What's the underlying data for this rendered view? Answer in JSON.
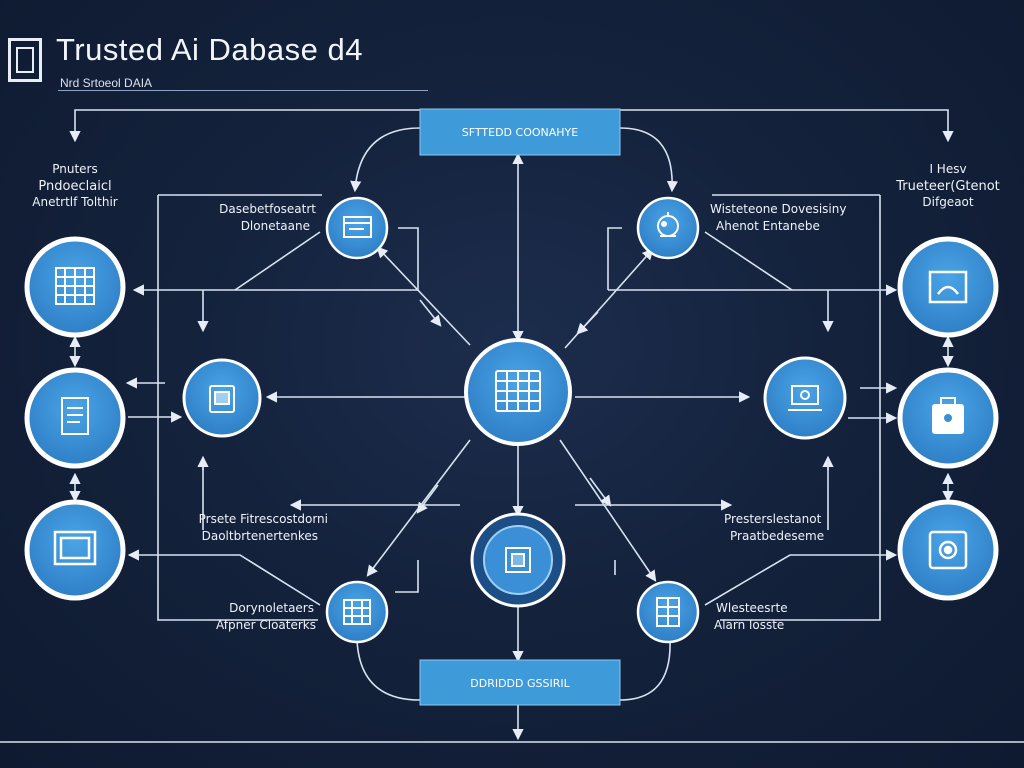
{
  "header": {
    "title": "Trusted Ai Dabase  d4",
    "subtitle": "Nrd Srtoeol DAIA"
  },
  "boxes": {
    "top": "SFTTEDD COONAHYE",
    "bottom": "DDRIDDD GSSIRIL"
  },
  "labels": {
    "left_top": [
      "Pnuters",
      "Pndoeclaicl",
      "Anetrtlf Tolthir"
    ],
    "right_top": [
      "I Hesv",
      "Trueteer(Gtenot",
      "Difgeaot"
    ],
    "inner_top_left": [
      "Dasebetfoseatrt",
      "Dlonetaane"
    ],
    "inner_top_right": [
      "Wisteteone Dovesisiny",
      "Ahenot Entanebe"
    ],
    "middle_left": [
      "Prsete Fitrescostdorni",
      "Daoltbrtenertenkes"
    ],
    "middle_right": [
      "Presterslestanot",
      "Praatbedeseme"
    ],
    "bottom_left": [
      "Dorynoletaers",
      "Afpner Cloaterks"
    ],
    "bottom_right": [
      "Wlesteesrte",
      "Alarn losste"
    ]
  },
  "icons": {
    "outer_left_1": "grid-panel-icon",
    "outer_left_2": "document-icon",
    "outer_left_3": "monitor-icon",
    "outer_right_1": "display-icon",
    "outer_right_2": "briefcase-icon",
    "outer_right_3": "target-icon",
    "inner_top_left": "browser-window-icon",
    "inner_top_right": "ai-head-icon",
    "inner_mid_left": "device-icon",
    "inner_mid_right": "workstation-icon",
    "inner_bottom_left": "network-board-icon",
    "inner_bottom_right": "server-rack-icon",
    "hub": "data-grid-icon",
    "secure_node": "chip-icon"
  },
  "colors": {
    "background": "#14223c",
    "node_fill": "#3a8fd6",
    "node_ring": "#ffffff",
    "box_fill": "#3e9ad8",
    "line": "#d8e2f0"
  }
}
